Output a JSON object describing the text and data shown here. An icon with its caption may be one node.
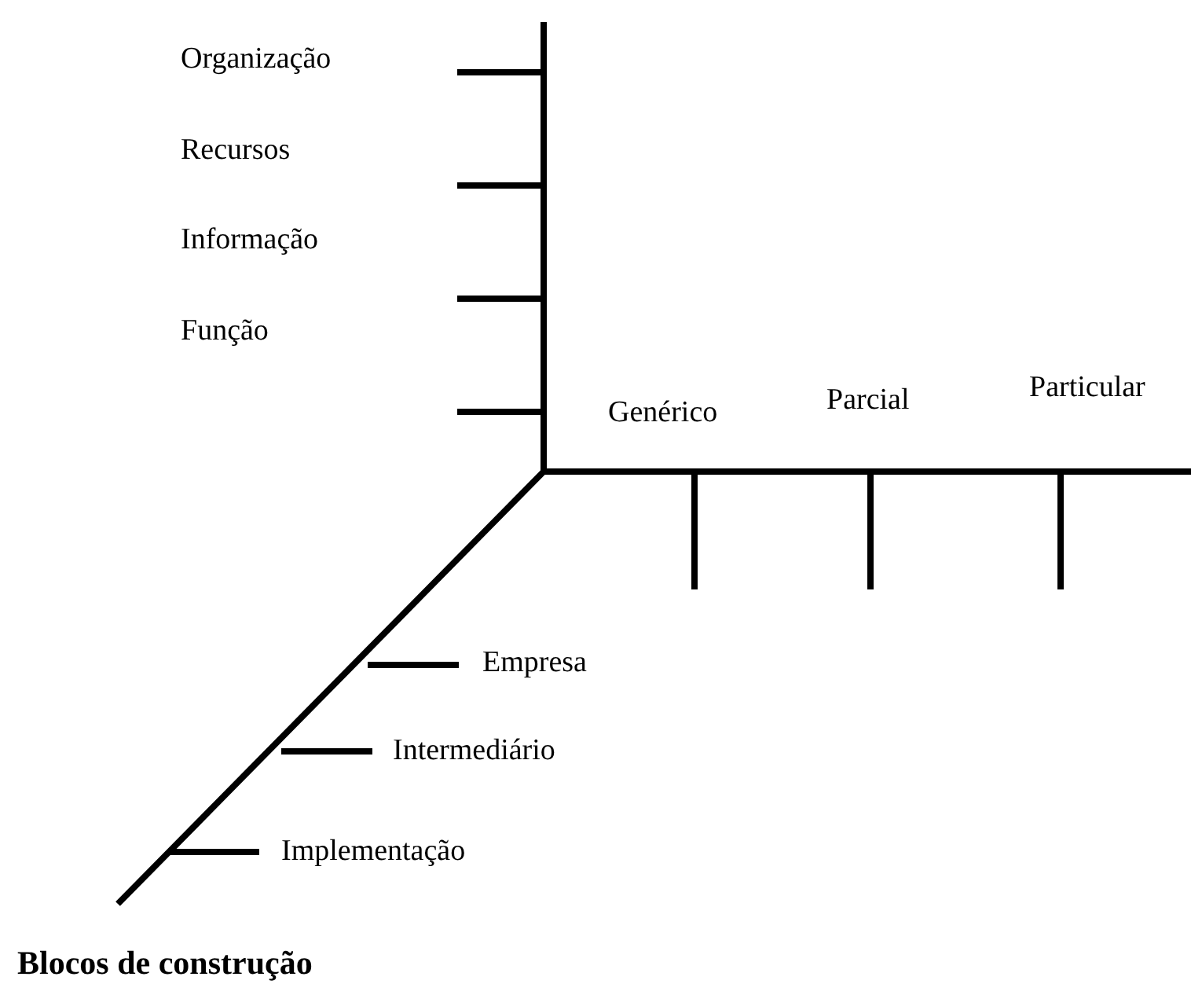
{
  "diagram": {
    "caption": "Blocos de construção",
    "labels": [
      "Organização",
      "Recursos",
      "Informação",
      "Função",
      "Genérico",
      "Parcial",
      "Particular",
      "Empresa",
      "Intermediário",
      "Implementação"
    ]
  }
}
